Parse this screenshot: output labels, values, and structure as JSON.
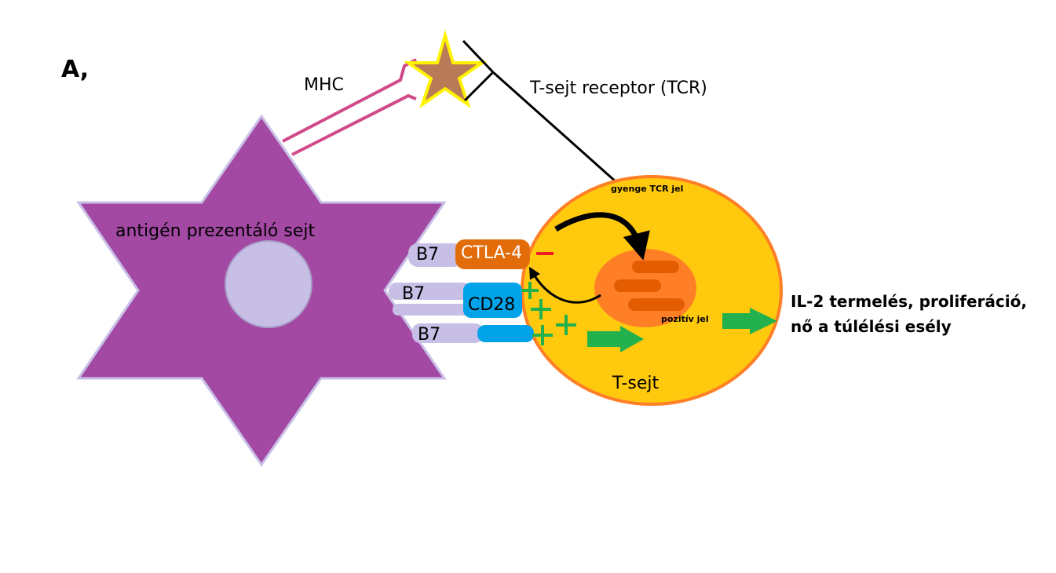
{
  "panel_label": "A,",
  "labels": {
    "mhc": "MHC",
    "tcr": "T-sejt receptor (TCR)",
    "apc": "antigén prezentáló sejt",
    "b7_1": "B7",
    "b7_2": "B7",
    "b7_3": "B7",
    "ctla4": "CTLA-4",
    "cd28": "CD28",
    "weak_tcr_signal": "gyenge TCR jel",
    "positive_signal": "pozitív jel",
    "t_cell": "T-sejt",
    "outcome_line1": "IL-2 termelés, proliferáció,",
    "outcome_line2": "nő a túlélési esély"
  },
  "colors": {
    "apc_fill": "#a349a4",
    "apc_border": "#c8bfe7",
    "nucleus_fill": "#c8bfe7",
    "tcell_fill": "#ffc90e",
    "tcell_border": "#ff7f27",
    "tcell_nucleus": "#ff7f27",
    "nucleus_bars": "#e35d00",
    "mhc_line": "#d04a8a",
    "antigen_fill": "#b97a57",
    "antigen_border": "#fff200",
    "ctla4_fill": "#e36c0a",
    "cd28_fill": "#00a2e8",
    "b7_fill": "#c8bfe7",
    "plus_sign": "#22b14c",
    "minus_sign": "#ed1c24",
    "arrow_green": "#22b14c"
  }
}
